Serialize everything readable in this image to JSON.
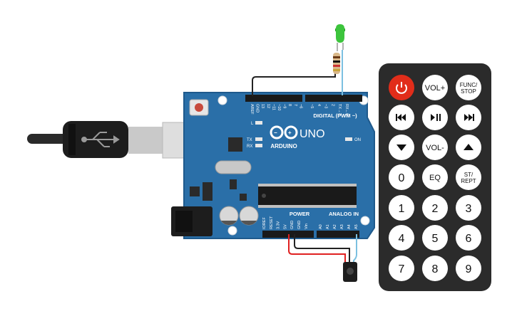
{
  "board": {
    "logo_text": "ARDUINO",
    "model": "UNO",
    "digital_header": "DIGITAL (PWM ~)",
    "on_label": "ON",
    "led_labels": [
      "L",
      "TX",
      "RX"
    ],
    "digital_pins": [
      "AREF",
      "GND",
      "13",
      "12",
      "~11",
      "~10",
      "~9",
      "8",
      "7",
      "~6",
      "~5",
      "4",
      "~3",
      "2",
      "TX→1",
      "RX←0"
    ],
    "power_header": "POWER",
    "analog_header": "ANALOG IN",
    "power_pins": [
      "IOREF",
      "RESET",
      "3.3V",
      "5V",
      "GND",
      "GND",
      "Vin"
    ],
    "analog_pins": [
      "A0",
      "A1",
      "A2",
      "A3",
      "A4",
      "A5"
    ]
  },
  "remote": {
    "buttons": [
      {
        "id": "power",
        "label": "",
        "icon": "power-icon"
      },
      {
        "id": "vol-up",
        "label": "VOL+"
      },
      {
        "id": "func-stop",
        "label": "FUNC/",
        "label2": "STOP"
      },
      {
        "id": "prev",
        "label": "",
        "icon": "skip-back-icon"
      },
      {
        "id": "play-pause",
        "label": "",
        "icon": "play-pause-icon"
      },
      {
        "id": "next",
        "label": "",
        "icon": "skip-forward-icon"
      },
      {
        "id": "down",
        "label": "",
        "icon": "arrow-down-icon"
      },
      {
        "id": "vol-down",
        "label": "VOL-"
      },
      {
        "id": "up",
        "label": "",
        "icon": "arrow-up-icon"
      },
      {
        "id": "0",
        "label": "0"
      },
      {
        "id": "eq",
        "label": "EQ"
      },
      {
        "id": "st-rept",
        "label": "ST/",
        "label2": "REPT"
      },
      {
        "id": "1",
        "label": "1"
      },
      {
        "id": "2",
        "label": "2"
      },
      {
        "id": "3",
        "label": "3"
      },
      {
        "id": "4",
        "label": "4"
      },
      {
        "id": "5",
        "label": "5"
      },
      {
        "id": "6",
        "label": "6"
      },
      {
        "id": "7",
        "label": "7"
      },
      {
        "id": "8",
        "label": "8"
      },
      {
        "id": "9",
        "label": "9"
      }
    ]
  },
  "colors": {
    "board": "#2a6fa8",
    "board_edge": "#1f5a8c",
    "remote": "#2b2b2b",
    "button": "#ffffff",
    "power_button": "#e12d1a",
    "wire_red": "#e02020",
    "wire_black": "#222222",
    "wire_blue": "#7cc0e0",
    "led": "#3cc43c"
  }
}
